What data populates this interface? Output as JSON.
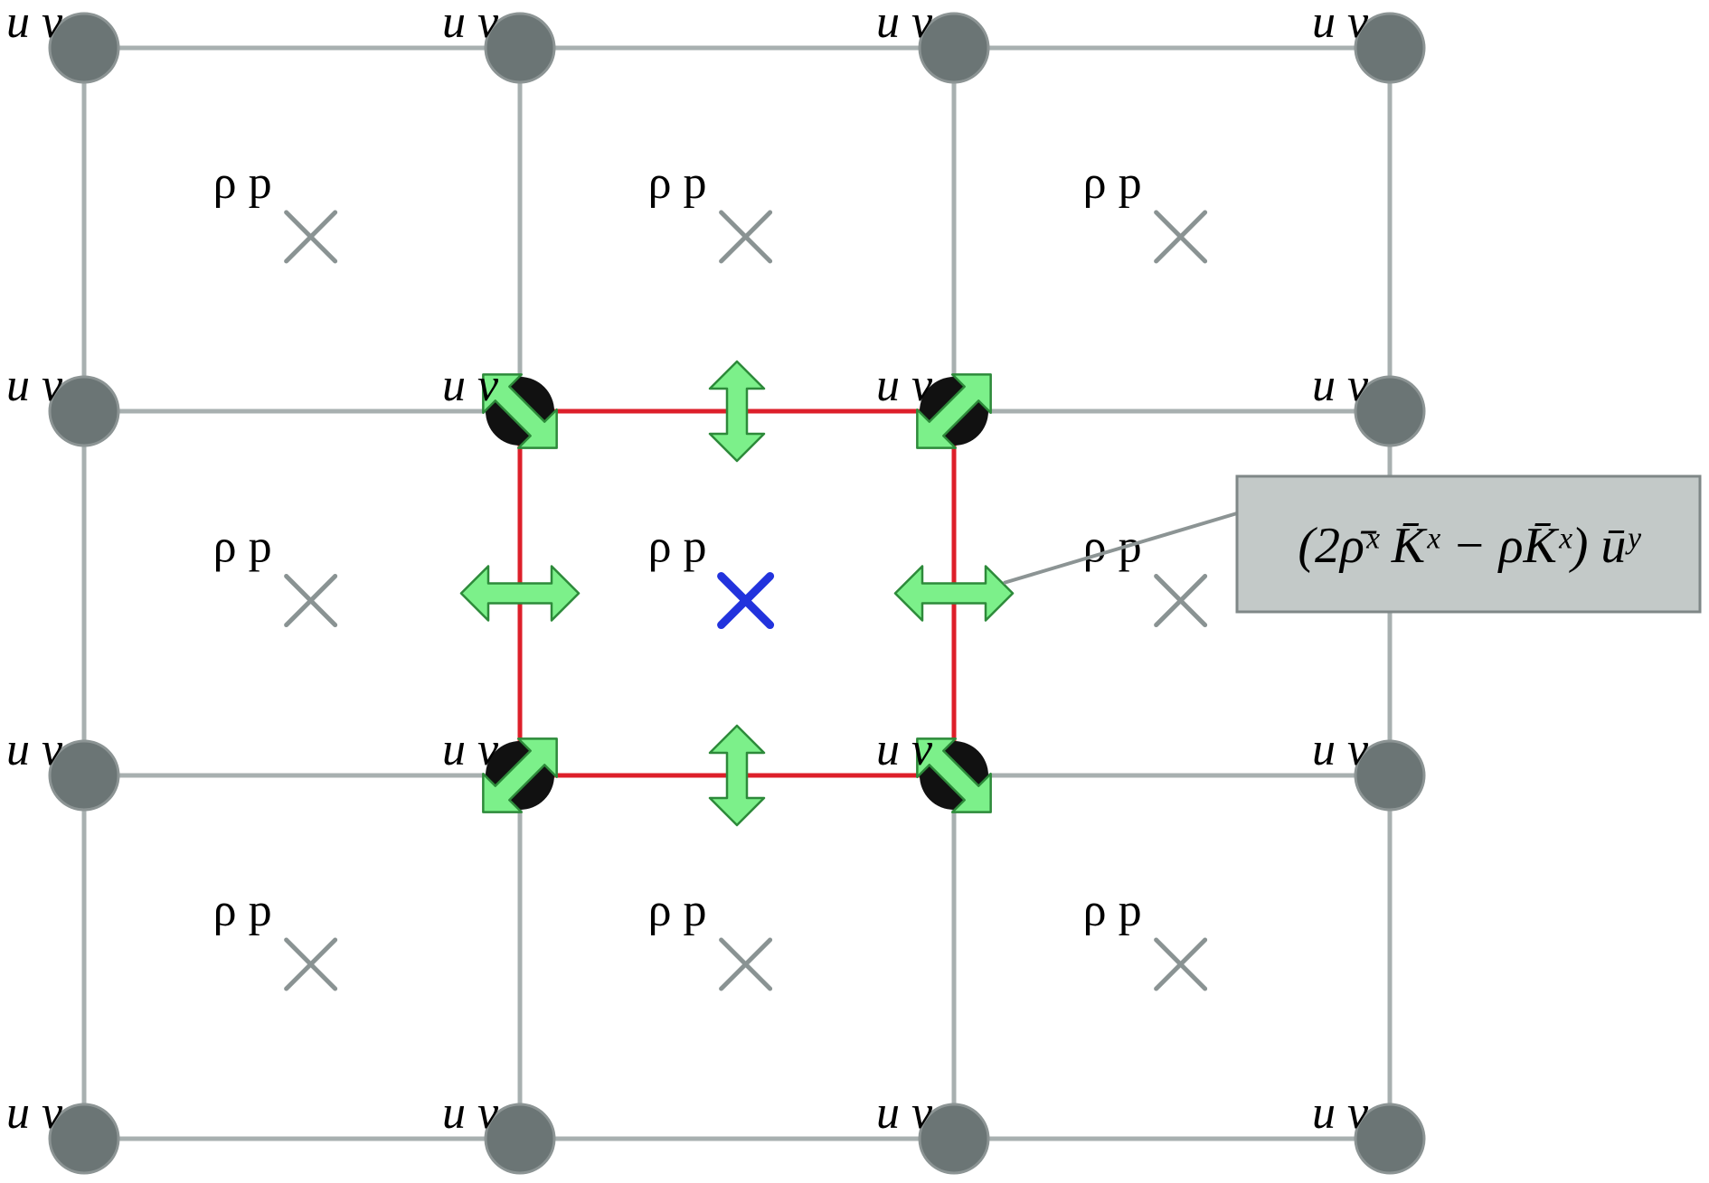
{
  "node_label": "u v",
  "cell_label": "ρ p",
  "cell_marker": "×",
  "formula": {
    "expression": "(2ρ̄ˣ K̄ˣ − ρK̄ˣ) ūʸ"
  },
  "colors": {
    "grid_line": "#a8b0b0",
    "node_fill": "#6b7575",
    "node_stroke": "#8c9494",
    "cell_marker": "#8a9393",
    "center_marker": "#2233dd",
    "control_volume": "#dd1f2a",
    "flux_arrow_fill": "#7cf08a",
    "flux_arrow_stroke": "#2d8a3a",
    "formula_box_fill": "#c3c9c8",
    "formula_box_stroke": "#7f8787"
  },
  "icons": {
    "node": "node-dot",
    "cell_marker": "cross-icon",
    "flux": "double-arrow-icon"
  }
}
